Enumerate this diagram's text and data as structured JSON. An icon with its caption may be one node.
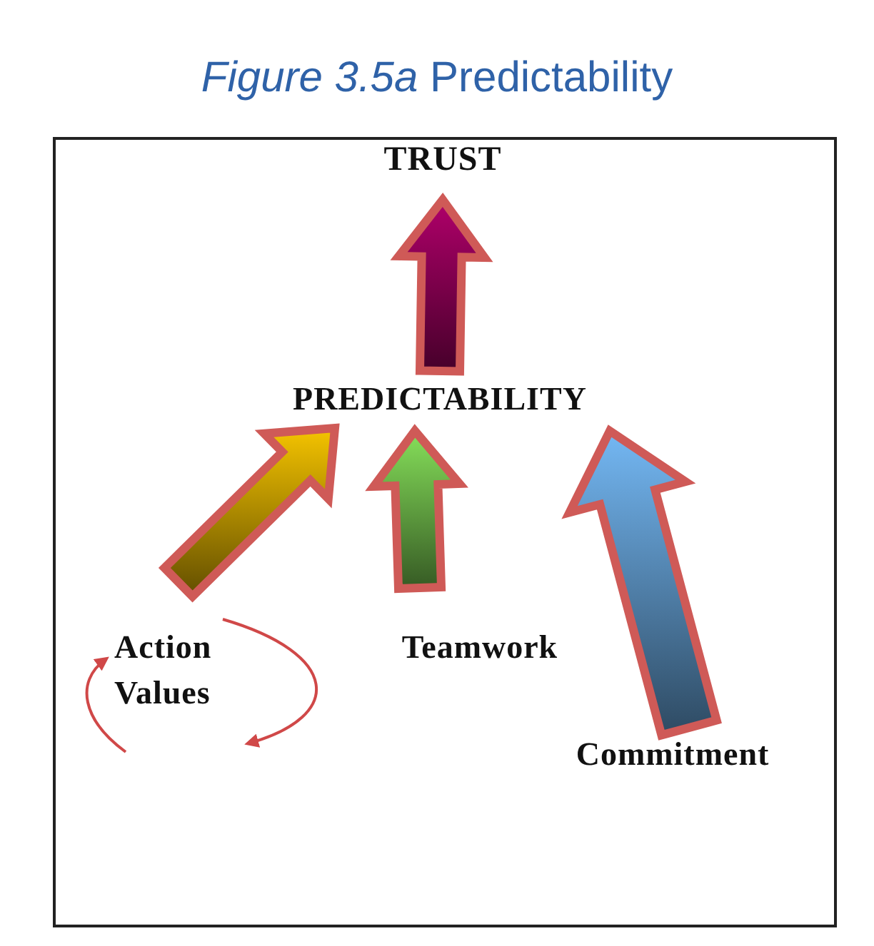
{
  "diagram": {
    "title": "*Figure 3.5a* Predictability",
    "nodes": [
      {
        "text": [
          "TRUST"
        ]
      },
      {
        "text": [
          "PREDICTABILITY"
        ]
      },
      {
        "text": [
          "Action Values"
        ]
      },
      {
        "text": [
          "Teamwork"
        ]
      },
      {
        "text": [
          "Commitment"
        ]
      }
    ],
    "edges": [
      {
        "from": 1,
        "to": 0,
        "arrow": "to",
        "style": "thick",
        "color": "#b0006a"
      },
      {
        "from": 2,
        "to": 1,
        "arrow": "to",
        "style": "thick",
        "color": "#f5c400"
      },
      {
        "from": 3,
        "to": 1,
        "arrow": "to",
        "style": "thick",
        "color": "#86e05a"
      },
      {
        "from": 4,
        "to": 1,
        "arrow": "to",
        "style": "thick",
        "color": "#74b8f4"
      }
    ]
  }
}
